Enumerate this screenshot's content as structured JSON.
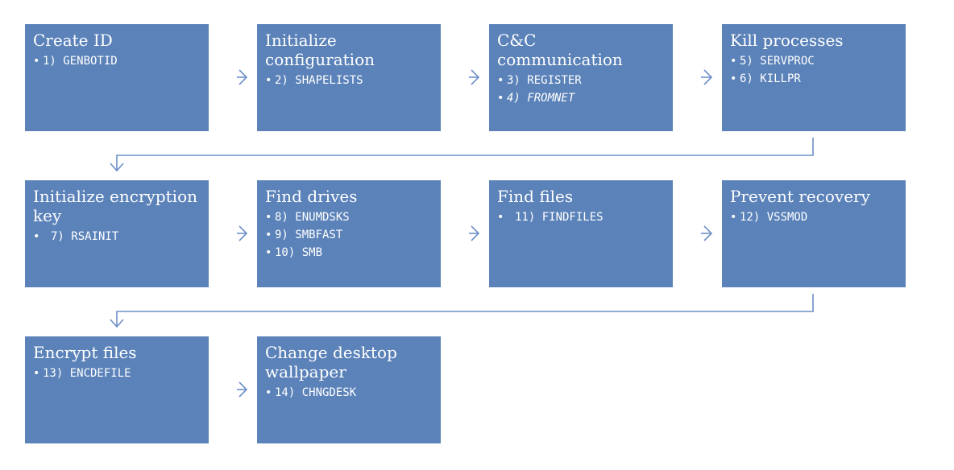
{
  "colors": {
    "box_fill": "#5b82b9",
    "connector": "#6d8fc7",
    "text": "#ffffff"
  },
  "steps": [
    {
      "title": "Create ID",
      "items": [
        {
          "text": "1) GENBOTID"
        }
      ]
    },
    {
      "title": "Initialize configuration",
      "items": [
        {
          "text": "2) SHAPELISTS"
        }
      ]
    },
    {
      "title": "C&C communication",
      "items": [
        {
          "text": "3) REGISTER"
        },
        {
          "text": "4) FROMNET",
          "italic": true
        }
      ]
    },
    {
      "title": "Kill processes",
      "items": [
        {
          "text": "5) SERVPROC"
        },
        {
          "text": "6) KILLPR"
        }
      ]
    },
    {
      "title": "Initialize encryption key",
      "items": [
        {
          "text": "7) RSAINIT",
          "indent": true
        }
      ]
    },
    {
      "title": "Find drives",
      "items": [
        {
          "text": "8) ENUMDSKS"
        },
        {
          "text": "9) SMBFAST"
        },
        {
          "text": "10) SMB"
        }
      ]
    },
    {
      "title": "Find files",
      "items": [
        {
          "text": "11) FINDFILES",
          "indent": true
        }
      ]
    },
    {
      "title": "Prevent recovery",
      "items": [
        {
          "text": "12) VSSMOD"
        }
      ]
    },
    {
      "title": "Encrypt files",
      "items": [
        {
          "text": "13) ENCDEFILE"
        }
      ]
    },
    {
      "title": "Change desktop wallpaper",
      "items": [
        {
          "text": "14) CHNGDESK"
        }
      ]
    }
  ],
  "bullet_glyph": "•"
}
